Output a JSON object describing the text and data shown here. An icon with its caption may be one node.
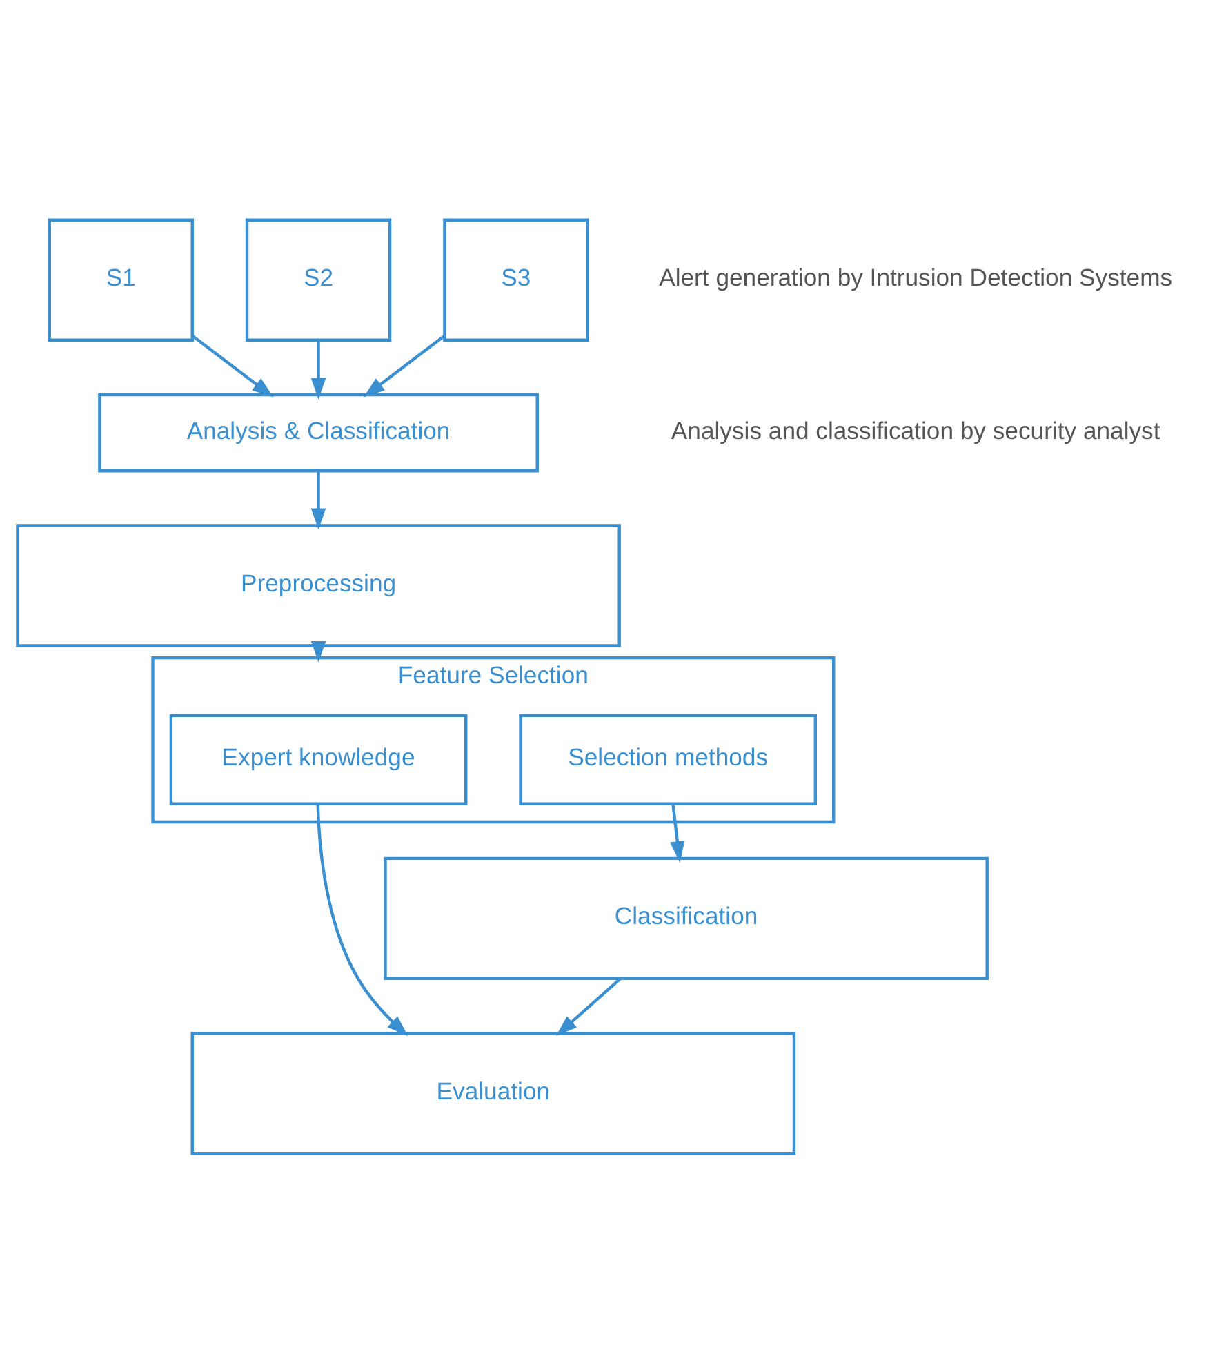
{
  "diagram": {
    "nodes": [
      {
        "text": [
          "S1"
        ]
      },
      {
        "text": [
          "S2"
        ]
      },
      {
        "text": [
          "S3"
        ]
      },
      {
        "text": [
          "Analysis & Classification"
        ]
      },
      {
        "text": [
          "Preprocessing"
        ]
      },
      {
        "text": [
          "Feature Selection"
        ]
      },
      {
        "text": [
          "Expert knowledge"
        ],
        "in": 5
      },
      {
        "text": [
          "Selection methods"
        ],
        "in": 5
      },
      {
        "text": [
          "Classification"
        ]
      },
      {
        "text": [
          "Evaluation"
        ]
      }
    ],
    "edges": [
      {
        "from": 0,
        "to": 3,
        "arrow": "to"
      },
      {
        "from": 1,
        "to": 3,
        "arrow": "to"
      },
      {
        "from": 2,
        "to": 3,
        "arrow": "to"
      },
      {
        "from": 3,
        "to": 4,
        "arrow": "to"
      },
      {
        "from": 4,
        "to": 5,
        "arrow": "to"
      },
      {
        "from": 7,
        "to": 8,
        "arrow": "to"
      },
      {
        "from": 6,
        "to": 9,
        "arrow": "to"
      },
      {
        "from": 8,
        "to": 9,
        "arrow": "to"
      }
    ],
    "labels": [
      "Alert generation by Intrusion Detection Systems",
      "Analysis and classification by security analyst"
    ]
  }
}
